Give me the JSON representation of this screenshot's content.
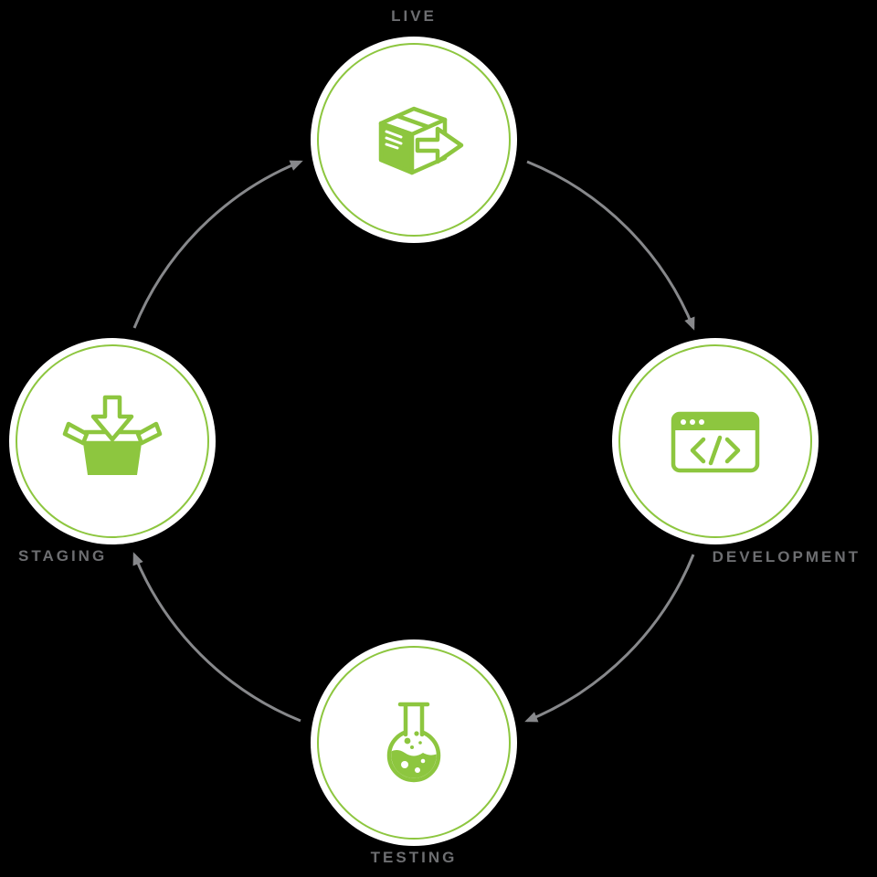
{
  "diagram": {
    "type": "cycle",
    "background": "#000000",
    "colors": {
      "accent": "#8DC63F",
      "arrow": "#87888B",
      "label": "#6D6E71",
      "node_fill": "#FFFFFF"
    },
    "nodes": [
      {
        "id": "live",
        "label": "LIVE",
        "icon": "package-ship-icon",
        "position": "top"
      },
      {
        "id": "development",
        "label": "DEVELOPMENT",
        "icon": "code-window-icon",
        "position": "right"
      },
      {
        "id": "testing",
        "label": "TESTING",
        "icon": "flask-icon",
        "position": "bottom"
      },
      {
        "id": "staging",
        "label": "STAGING",
        "icon": "open-box-icon",
        "position": "left"
      }
    ],
    "edges": [
      {
        "from": "live",
        "to": "development"
      },
      {
        "from": "development",
        "to": "testing"
      },
      {
        "from": "testing",
        "to": "staging"
      },
      {
        "from": "staging",
        "to": "live"
      }
    ]
  }
}
